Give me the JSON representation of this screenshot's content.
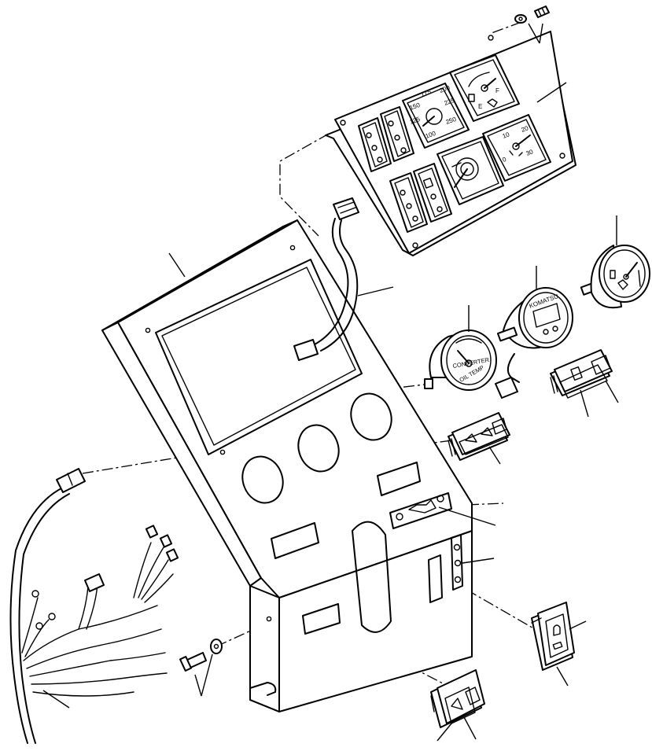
{
  "cluster": {
    "speedometer_scale": [
      "175",
      "200",
      "150",
      "225",
      "125",
      "250",
      "100"
    ],
    "fuel_marks": [
      "E",
      "F"
    ],
    "tach_scale": [
      "10",
      "20",
      "0",
      "30"
    ]
  },
  "gauges": {
    "converter_temp_label": "CONVERTER",
    "oil_temp_label": "OIL TEMP",
    "hourmeter_brand": "KOMATSU"
  }
}
